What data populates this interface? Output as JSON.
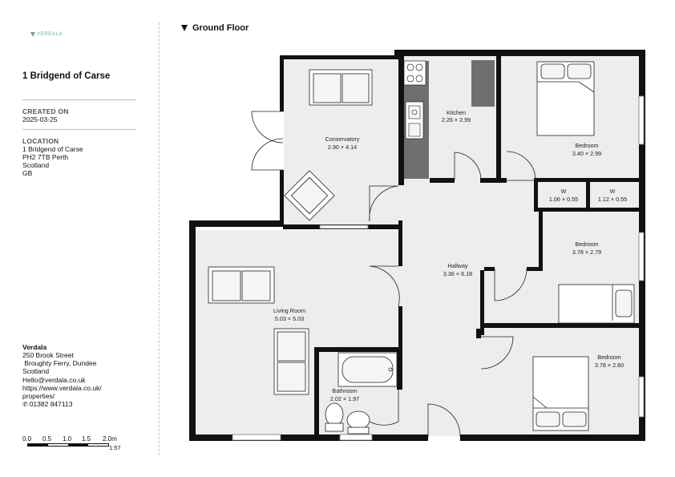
{
  "brand": {
    "logo_text": "VERDALA",
    "accent_color": "#6aa8a0"
  },
  "property": {
    "title": "1 Bridgend of Carse"
  },
  "created": {
    "label": "CREATED ON",
    "date": "2025-03-25"
  },
  "location": {
    "label": "LOCATION",
    "lines": [
      "1 Bridgend of Carse",
      "PH2 7TB Perth",
      "Scotland",
      "GB"
    ]
  },
  "agency": {
    "name": "Verdala",
    "address_lines": [
      "250 Brook Street",
      " Broughty Ferry, Dundee",
      "Scotland"
    ],
    "email": "Hello@verdala.co.uk",
    "url_lines": [
      "https://www.verdala.co.uk/",
      "properties/"
    ],
    "phone": "01382 847113",
    "phone_icon": "phone-icon"
  },
  "scale": {
    "labels": [
      "0.0",
      "0.5",
      "1.0",
      "1.5",
      "2.0m"
    ],
    "ratio": "1:57"
  },
  "floor": {
    "name": "Ground Floor",
    "wall_color": "#111111",
    "floor_color": "#ededed",
    "rooms": [
      {
        "name": "Conservatory",
        "dims": "2.90 × 4.14"
      },
      {
        "name": "Kitchen",
        "dims": "2.26 × 2.99"
      },
      {
        "name": "Bedroom",
        "dims": "3.40 × 2.99"
      },
      {
        "name": "W",
        "dims": "1.06 × 0.55"
      },
      {
        "name": "W",
        "dims": "1.12 × 0.55"
      },
      {
        "name": "Bedroom",
        "dims": "3.78 × 2.79"
      },
      {
        "name": "Hallway",
        "dims": "3.36 × 6.18"
      },
      {
        "name": "Living Room",
        "dims": "5.03 × 5.03"
      },
      {
        "name": "Bedroom",
        "dims": "3.78 × 2.60"
      },
      {
        "name": "Bathroom",
        "dims": "2.02 × 1.97"
      }
    ]
  }
}
